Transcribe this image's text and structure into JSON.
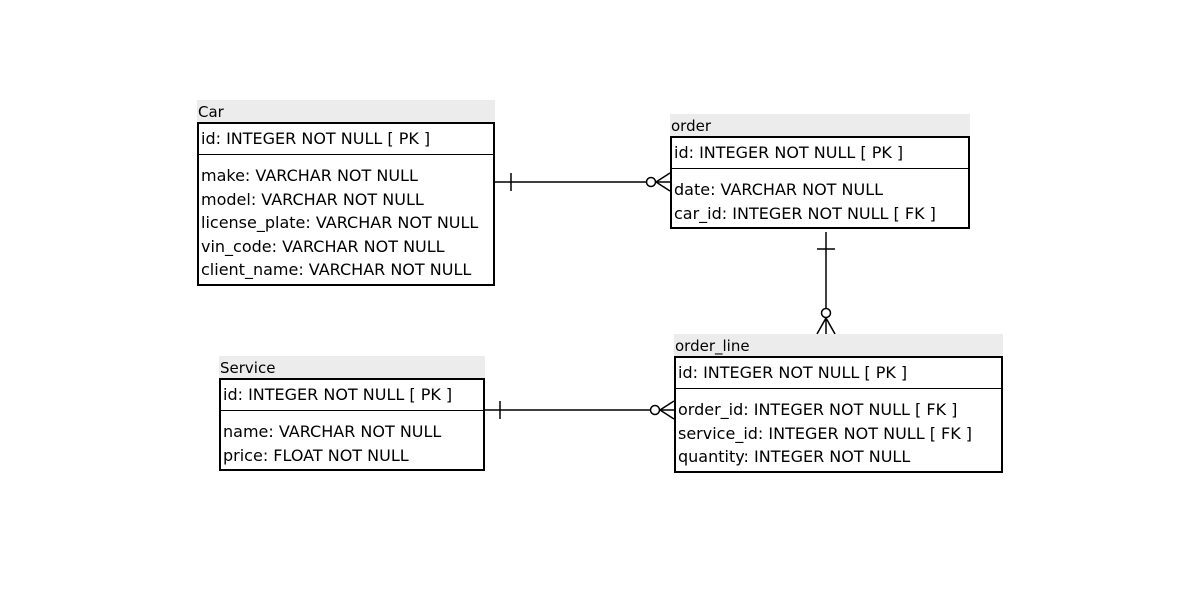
{
  "entities": {
    "car": {
      "title": "Car",
      "pk": "id: INTEGER   NOT NULL  [ PK ]",
      "attributes": [
        "make: VARCHAR   NOT NULL",
        "model: VARCHAR   NOT NULL",
        "license_plate: VARCHAR   NOT NULL",
        "vin_code: VARCHAR   NOT NULL",
        "client_name: VARCHAR   NOT NULL"
      ]
    },
    "order": {
      "title": "order",
      "pk": "id: INTEGER   NOT NULL  [ PK ]",
      "attributes": [
        "date: VARCHAR   NOT NULL",
        "car_id: INTEGER   NOT NULL  [ FK ]"
      ]
    },
    "order_line": {
      "title": "order_line",
      "pk": "id: INTEGER   NOT NULL  [ PK ]",
      "attributes": [
        "order_id: INTEGER   NOT NULL  [ FK ]",
        "service_id: INTEGER   NOT NULL  [ FK ]",
        "quantity: INTEGER   NOT NULL"
      ]
    },
    "service": {
      "title": "Service",
      "pk": "id: INTEGER   NOT NULL  [ PK ]",
      "attributes": [
        "name: VARCHAR   NOT NULL",
        "price: FLOAT   NOT NULL"
      ]
    }
  },
  "relationships": [
    {
      "from": "Car",
      "to": "order",
      "from_cardinality": "one",
      "to_cardinality": "zero-or-many"
    },
    {
      "from": "order",
      "to": "order_line",
      "from_cardinality": "one",
      "to_cardinality": "zero-or-many"
    },
    {
      "from": "Service",
      "to": "order_line",
      "from_cardinality": "one",
      "to_cardinality": "zero-or-many"
    }
  ],
  "colors": {
    "title_bg": "#ececec",
    "line": "#000000"
  }
}
